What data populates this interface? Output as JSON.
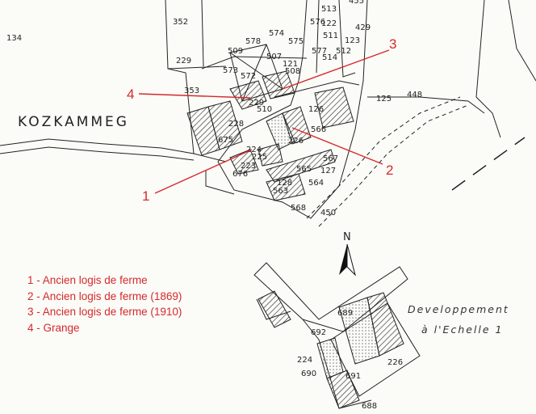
{
  "map": {
    "place_name": "KOZKAMMEG",
    "north_label": "N",
    "parcels": [
      "134",
      "352",
      "229",
      "353",
      "578",
      "574",
      "575",
      "509",
      "507",
      "573",
      "572",
      "121",
      "508",
      "229",
      "510",
      "228",
      "126",
      "566",
      "226",
      "675",
      "224",
      "225",
      "223",
      "676",
      "567",
      "127",
      "565",
      "128",
      "563",
      "564",
      "568",
      "450",
      "513",
      "122",
      "511",
      "514",
      "123",
      "429",
      "576",
      "577",
      "512",
      "125",
      "448",
      "455"
    ],
    "inset_parcels": [
      "692",
      "689",
      "224",
      "690",
      "226",
      "691",
      "688"
    ],
    "inset_note": [
      "Developpement",
      "à l'Echelle 1"
    ],
    "callouts": [
      "1",
      "2",
      "3",
      "4"
    ]
  },
  "legend": {
    "items": [
      "1 - Ancien logis de ferme",
      "2 - Ancien logis de ferme (1869)",
      "3 - Ancien logis de ferme (1910)",
      "4 - Grange"
    ]
  },
  "colors": {
    "callout": "#d42a2a",
    "ink": "#222222",
    "paper": "#fbfbf8"
  }
}
